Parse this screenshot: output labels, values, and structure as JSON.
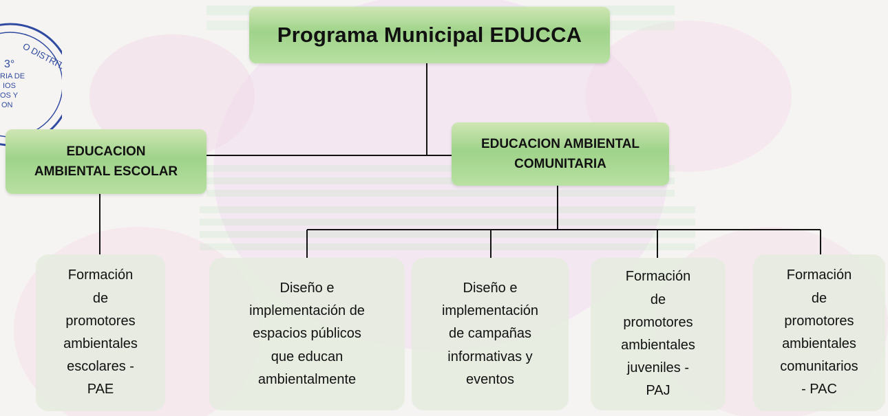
{
  "diagram": {
    "root": {
      "label": "Programa Municipal EDUCCA"
    },
    "branches": [
      {
        "id": "escolar",
        "label": "EDUCACION\nAMBIENTAL ESCOLAR"
      },
      {
        "id": "comunitaria",
        "label": "EDUCACION AMBIENTAL\nCOMUNITARIA"
      }
    ],
    "leaves": [
      {
        "parent": "escolar",
        "label": "Formación\nde\npromotores\nambientales\nescolares -\nPAE"
      },
      {
        "parent": "comunitaria",
        "label": "Diseño e\nimplementación de\nespacios públicos\nque educan\nambientalmente"
      },
      {
        "parent": "comunitaria",
        "label": "Diseño e\nimplementación\nde campañas\ninformativas y\neventos"
      },
      {
        "parent": "comunitaria",
        "label": "Formación\nde\npromotores\nambientales\njuveniles -\nPAJ"
      },
      {
        "parent": "comunitaria",
        "label": "Formación\nde\npromotores\nambientales\ncomunitarios\n- PAC"
      }
    ]
  },
  "stamp": {
    "lines": [
      "O DISTRITAL",
      "3°",
      "RIA DE",
      "IOS",
      "OS Y",
      "ON"
    ]
  },
  "colors": {
    "node_green": "#9fd38a",
    "leaf_fill": "#e4ecde",
    "stamp_blue": "#2f4aa0",
    "connector": "#111111"
  }
}
